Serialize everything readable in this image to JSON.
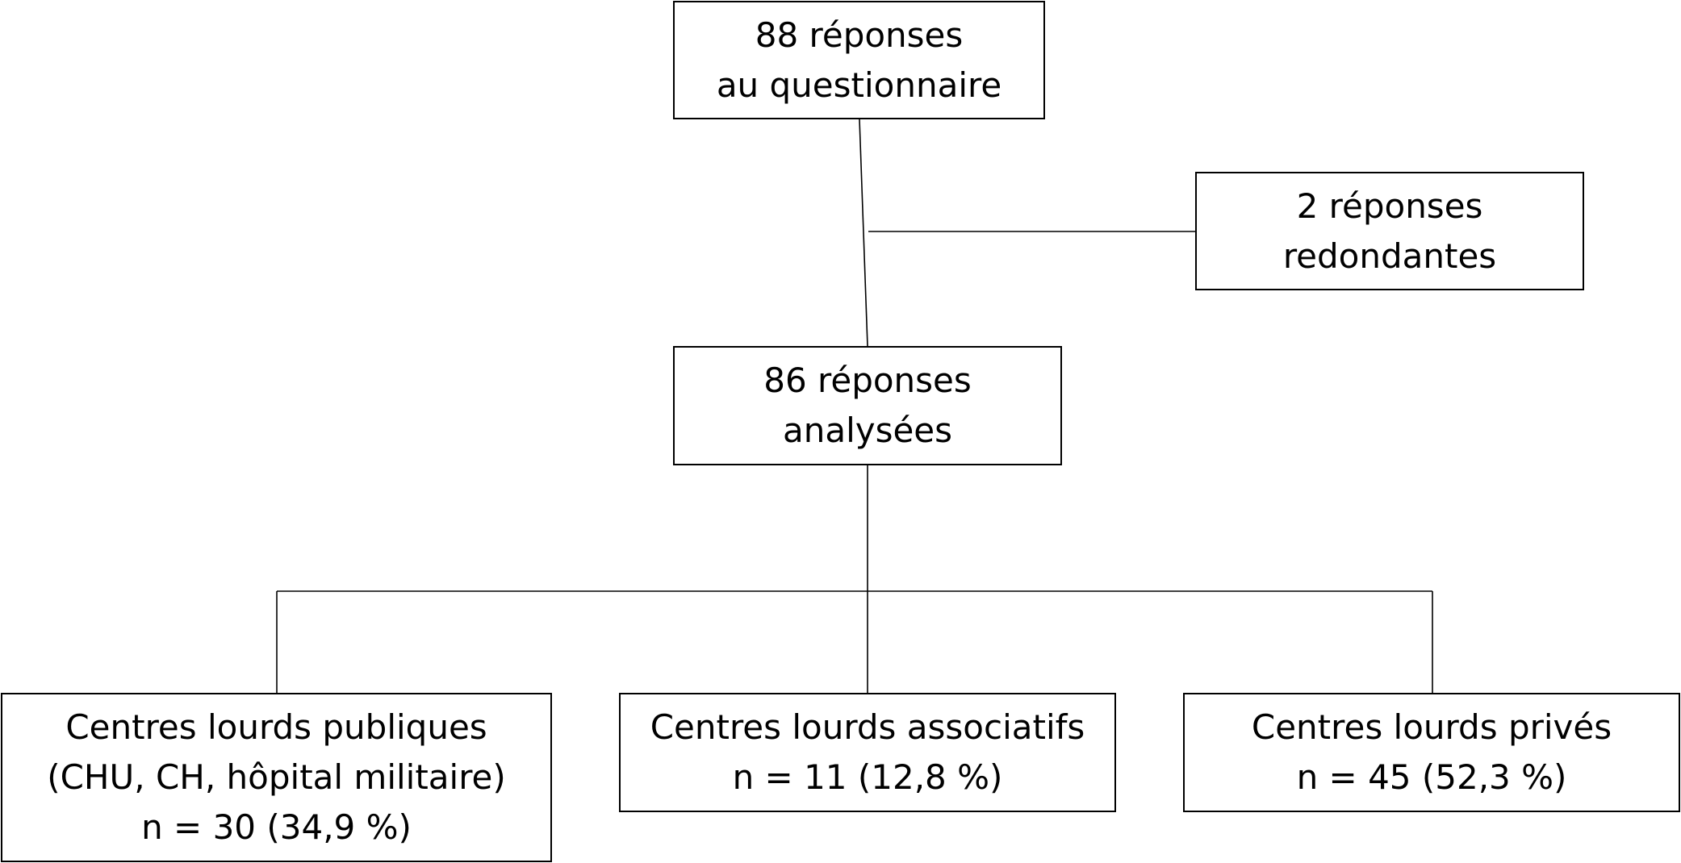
{
  "flowchart": {
    "total": {
      "line1": "88 réponses",
      "line2": "au questionnaire"
    },
    "excluded": {
      "line1": "2 réponses",
      "line2": "redondantes"
    },
    "analyzed": {
      "line1": "86 réponses",
      "line2": "analysées"
    },
    "public": {
      "line1": "Centres lourds publiques",
      "line2": "(CHU, CH, hôpital militaire)",
      "line3": "n = 30 (34,9 %)"
    },
    "associative": {
      "line1": "Centres lourds associatifs",
      "line2": "n = 11 (12,8 %)"
    },
    "private": {
      "line1": "Centres lourds privés",
      "line2": "n = 45 (52,3 %)"
    }
  },
  "colors": {
    "line": "#000000",
    "box_border": "#000000",
    "background": "#ffffff"
  }
}
